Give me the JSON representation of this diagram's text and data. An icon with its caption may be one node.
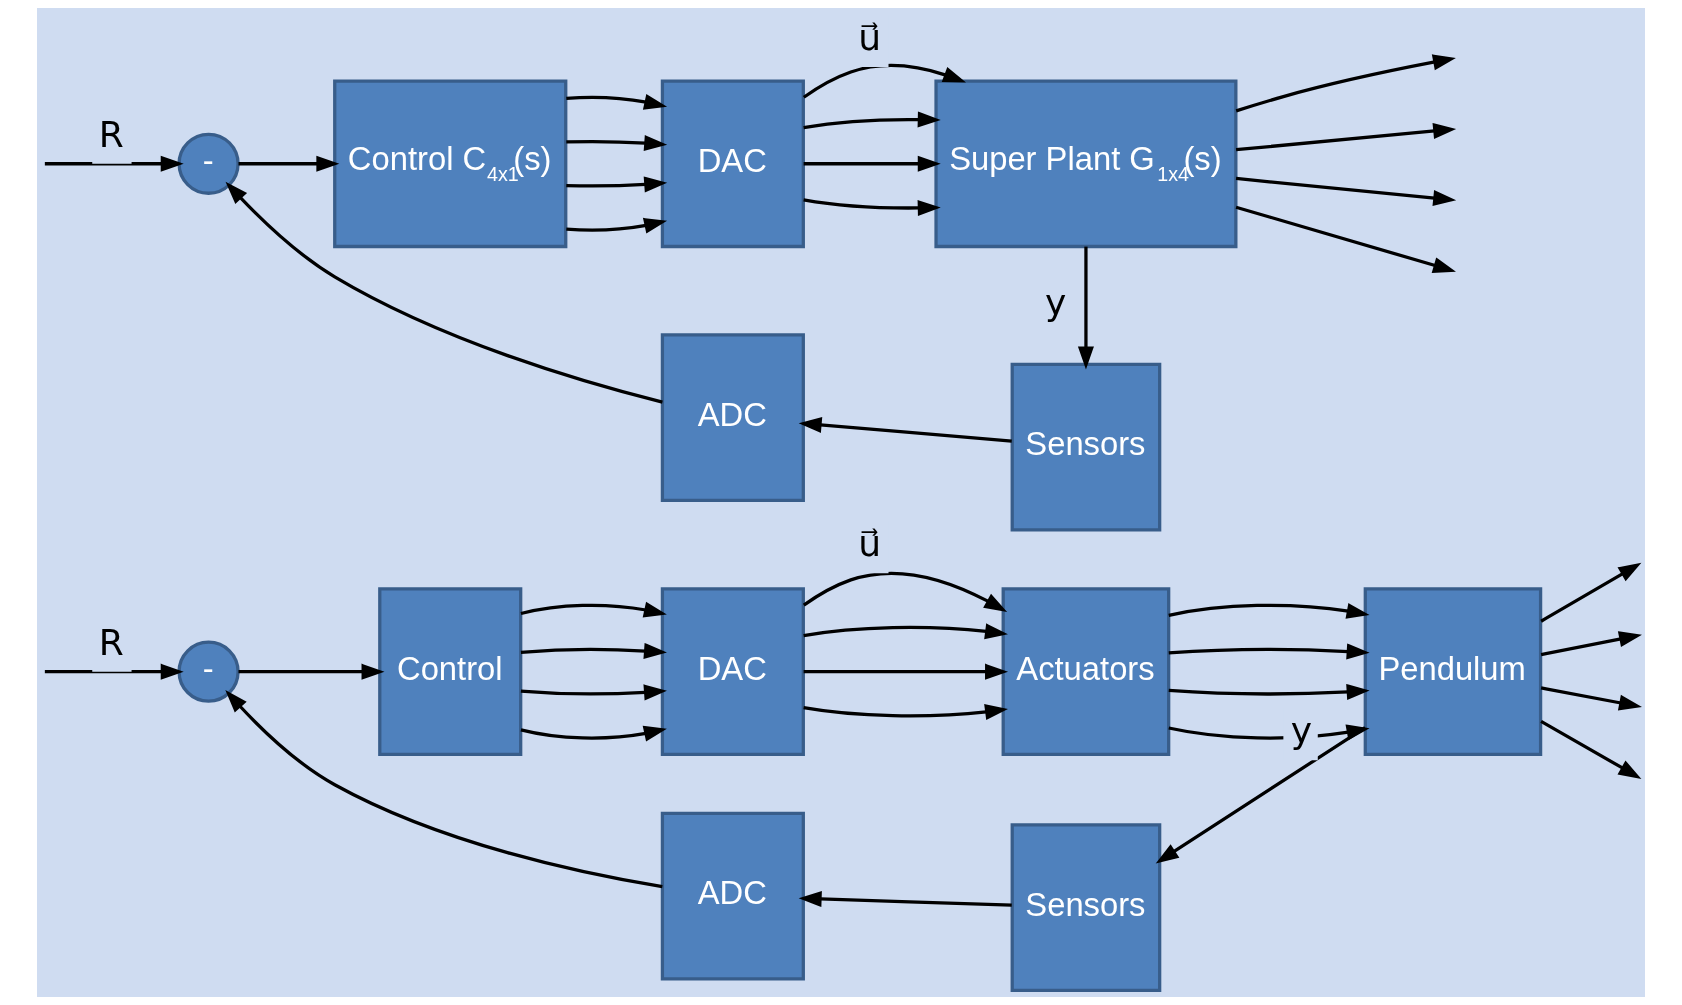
{
  "diagram": {
    "nodes": [
      {
        "text": [
          "-"
        ]
      },
      {
        "text": [
          "Control"
        ]
      },
      {
        "text": [
          "DAC"
        ]
      },
      {
        "text": [
          "Actuators"
        ]
      },
      {
        "text": [
          "Pendulum"
        ]
      },
      {
        "text": [
          "Sensors"
        ]
      },
      {
        "text": [
          "ADC"
        ]
      },
      {
        "text": [
          "-"
        ]
      },
      {
        "text": [
          "Control C$_{4x1}$(s)"
        ]
      },
      {
        "text": [
          "DAC"
        ]
      },
      {
        "text": [
          "Super Plant G$_{1x4}$(s)"
        ]
      },
      {
        "text": [
          "Sensors"
        ]
      },
      {
        "text": [
          "ADC"
        ]
      }
    ],
    "edges": [
      {
        "from": null,
        "to": 0,
        "arrow": "to",
        "label": "R"
      },
      {
        "from": 0,
        "to": 1,
        "arrow": "to"
      },
      {
        "from": 1,
        "to": 2,
        "arrow": "to"
      },
      {
        "from": 1,
        "to": 2,
        "arrow": "to"
      },
      {
        "from": 1,
        "to": 2,
        "arrow": "to"
      },
      {
        "from": 1,
        "to": 2,
        "arrow": "to"
      },
      {
        "from": 2,
        "to": 3,
        "arrow": "to",
        "label": "u⃗"
      },
      {
        "from": 2,
        "to": 3,
        "arrow": "to"
      },
      {
        "from": 2,
        "to": 3,
        "arrow": "to"
      },
      {
        "from": 2,
        "to": 3,
        "arrow": "to"
      },
      {
        "from": 3,
        "to": 4,
        "arrow": "to"
      },
      {
        "from": 3,
        "to": 4,
        "arrow": "to"
      },
      {
        "from": 3,
        "to": 4,
        "arrow": "to"
      },
      {
        "from": 3,
        "to": 4,
        "arrow": "to"
      },
      {
        "from": 4,
        "to": null,
        "arrow": "to"
      },
      {
        "from": 4,
        "to": null,
        "arrow": "to"
      },
      {
        "from": 4,
        "to": null,
        "arrow": "to"
      },
      {
        "from": 4,
        "to": null,
        "arrow": "to"
      },
      {
        "from": 4,
        "to": 5,
        "arrow": "to",
        "label": "y"
      },
      {
        "from": 5,
        "to": 6,
        "arrow": "to"
      },
      {
        "from": 6,
        "to": 0,
        "arrow": "to"
      },
      {
        "from": null,
        "to": 7,
        "arrow": "to",
        "label": "R"
      },
      {
        "from": 7,
        "to": 8,
        "arrow": "to"
      },
      {
        "from": 8,
        "to": 9,
        "arrow": "to"
      },
      {
        "from": 8,
        "to": 9,
        "arrow": "to"
      },
      {
        "from": 8,
        "to": 9,
        "arrow": "to"
      },
      {
        "from": 8,
        "to": 9,
        "arrow": "to"
      },
      {
        "from": 9,
        "to": 10,
        "arrow": "to",
        "label": "u⃗"
      },
      {
        "from": 9,
        "to": 10,
        "arrow": "to"
      },
      {
        "from": 9,
        "to": 10,
        "arrow": "to"
      },
      {
        "from": 9,
        "to": 10,
        "arrow": "to"
      },
      {
        "from": 10,
        "to": null,
        "arrow": "to"
      },
      {
        "from": 10,
        "to": null,
        "arrow": "to"
      },
      {
        "from": 10,
        "to": null,
        "arrow": "to"
      },
      {
        "from": 10,
        "to": null,
        "arrow": "to"
      },
      {
        "from": 10,
        "to": 11,
        "arrow": "to",
        "label": "y"
      },
      {
        "from": 11,
        "to": 12,
        "arrow": "to"
      },
      {
        "from": 12,
        "to": 7,
        "arrow": "to"
      }
    ]
  }
}
